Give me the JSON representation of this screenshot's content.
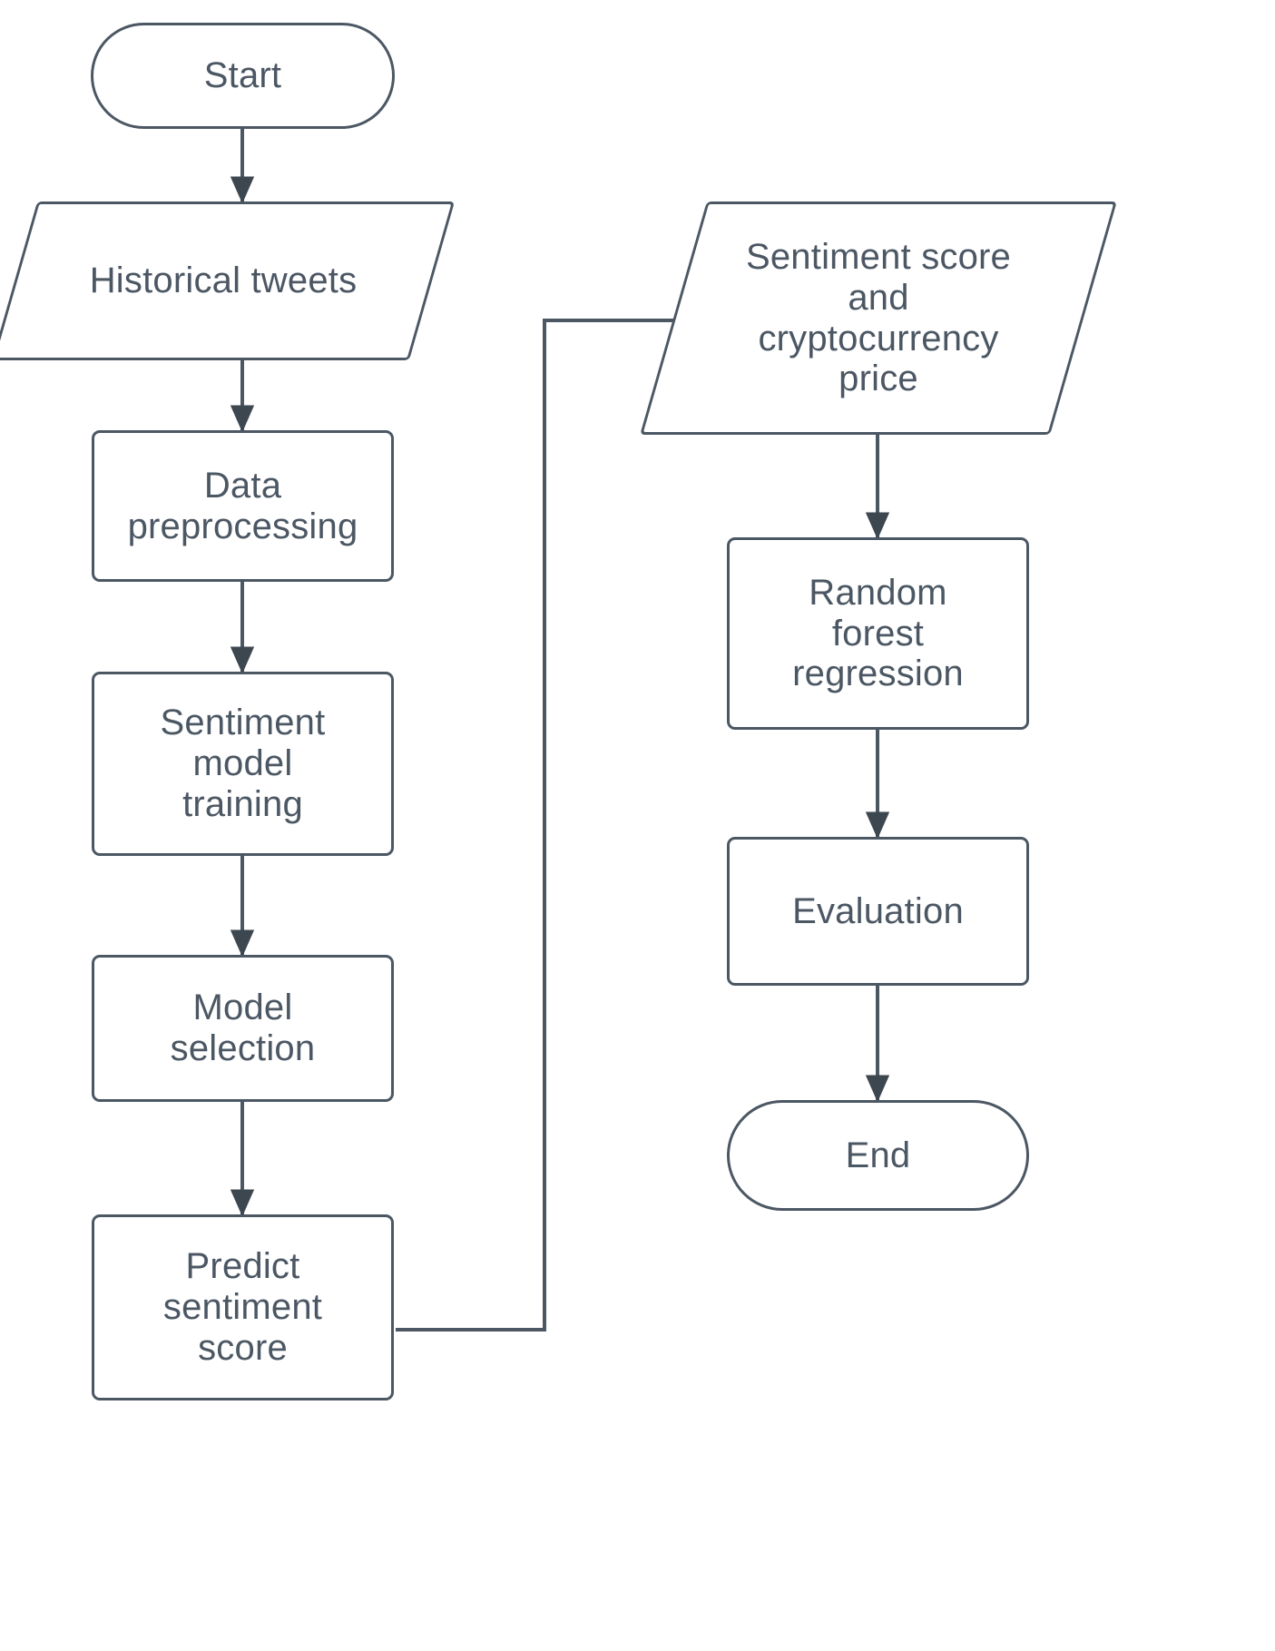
{
  "diagram": {
    "title": "Cryptocurrency sentiment and price prediction flowchart",
    "type": "flowchart",
    "orientation": "two-column-vertical",
    "stroke_color": "#4c5764",
    "fill_color": "#ffffff",
    "background_color": "#ffffff"
  },
  "nodes": [
    {
      "id": "start",
      "label": "Start",
      "shape": "terminator",
      "column": "left"
    },
    {
      "id": "historical-tweets",
      "label": "Historical tweets",
      "shape": "data",
      "column": "left"
    },
    {
      "id": "data-preprocessing",
      "label": "Data\npreprocessing",
      "shape": "process",
      "column": "left"
    },
    {
      "id": "sentiment-model-training",
      "label": "Sentiment\nmodel\ntraining",
      "shape": "process",
      "column": "left"
    },
    {
      "id": "model-selection",
      "label": "Model\nselection",
      "shape": "process",
      "column": "left"
    },
    {
      "id": "predict-sentiment-score",
      "label": "Predict\nsentiment\nscore",
      "shape": "process",
      "column": "left"
    },
    {
      "id": "sentiment-score-and-price",
      "label": "Sentiment score\nand\ncryptocurrency\nprice",
      "shape": "data",
      "column": "right"
    },
    {
      "id": "random-forest-regression",
      "label": "Random\nforest\nregression",
      "shape": "process",
      "column": "right"
    },
    {
      "id": "evaluation",
      "label": "Evaluation",
      "shape": "process",
      "column": "right"
    },
    {
      "id": "end",
      "label": "End",
      "shape": "terminator",
      "column": "right"
    }
  ],
  "edges": [
    {
      "id": "e1",
      "from": "start",
      "to": "historical-tweets",
      "kind": "straight-down",
      "label": ""
    },
    {
      "id": "e2",
      "from": "historical-tweets",
      "to": "data-preprocessing",
      "kind": "straight-down",
      "label": ""
    },
    {
      "id": "e3",
      "from": "data-preprocessing",
      "to": "sentiment-model-training",
      "kind": "straight-down",
      "label": ""
    },
    {
      "id": "e4",
      "from": "sentiment-model-training",
      "to": "model-selection",
      "kind": "straight-down",
      "label": ""
    },
    {
      "id": "e5",
      "from": "model-selection",
      "to": "predict-sentiment-score",
      "kind": "straight-down",
      "label": ""
    },
    {
      "id": "e6",
      "from": "predict-sentiment-score",
      "to": "sentiment-score-and-price",
      "kind": "elbow-right-up-right",
      "label": ""
    },
    {
      "id": "e7",
      "from": "sentiment-score-and-price",
      "to": "random-forest-regression",
      "kind": "straight-down",
      "label": ""
    },
    {
      "id": "e8",
      "from": "random-forest-regression",
      "to": "evaluation",
      "kind": "straight-down",
      "label": ""
    },
    {
      "id": "e9",
      "from": "evaluation",
      "to": "end",
      "kind": "straight-down",
      "label": ""
    }
  ]
}
